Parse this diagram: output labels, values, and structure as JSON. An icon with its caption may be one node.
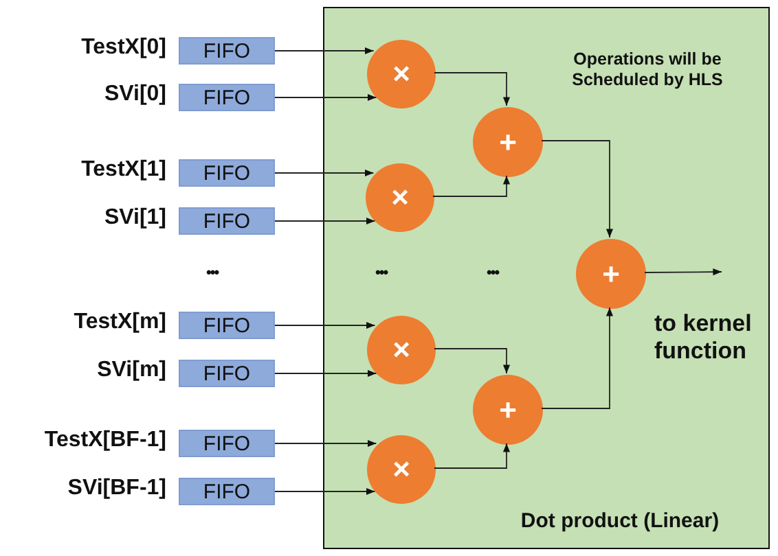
{
  "diagram": {
    "nodes": [
      {
        "text": [
          "Operations will be Scheduled by HLS",
          "Dot product (Linear)"
        ]
      },
      {
        "text": [
          "FIFO"
        ],
        "beside": [
          "TestX[0]"
        ]
      },
      {
        "text": [
          "FIFO"
        ],
        "beside": [
          "SVi[0]"
        ]
      },
      {
        "text": [
          "FIFO"
        ],
        "beside": [
          "TestX[1]"
        ]
      },
      {
        "text": [
          "FIFO"
        ],
        "beside": [
          "SVi[1]"
        ]
      },
      {
        "text": [
          "FIFO"
        ],
        "beside": [
          "TestX[m]"
        ]
      },
      {
        "text": [
          "FIFO"
        ],
        "beside": [
          "SVi[m]"
        ]
      },
      {
        "text": [
          "FIFO"
        ],
        "beside": [
          "TestX[BF-1]"
        ]
      },
      {
        "text": [
          "FIFO"
        ],
        "beside": [
          "SVi[BF-1]"
        ]
      },
      {
        "text": [
          "×"
        ],
        "in": 0
      },
      {
        "text": [
          "+"
        ],
        "in": 0
      },
      {
        "text": [
          "×"
        ],
        "in": 0
      },
      {
        "text": [
          "+"
        ],
        "in": 0
      },
      {
        "text": [
          "×"
        ],
        "in": 0
      },
      {
        "text": [
          "+"
        ],
        "in": 0
      },
      {
        "text": [
          "×"
        ],
        "in": 0
      }
    ],
    "edges": [
      {
        "from": 1,
        "to": 9,
        "arrow": "to"
      },
      {
        "from": 2,
        "to": 9,
        "arrow": "to"
      },
      {
        "from": 3,
        "to": 11,
        "arrow": "to"
      },
      {
        "from": 4,
        "to": 11,
        "arrow": "to"
      },
      {
        "from": 5,
        "to": 13,
        "arrow": "to"
      },
      {
        "from": 6,
        "to": 13,
        "arrow": "to"
      },
      {
        "from": 7,
        "to": 15,
        "arrow": "to"
      },
      {
        "from": 8,
        "to": 15,
        "arrow": "to"
      },
      {
        "from": 9,
        "to": 10,
        "arrow": "to"
      },
      {
        "from": 11,
        "to": 10,
        "arrow": "to"
      },
      {
        "from": 13,
        "to": 14,
        "arrow": "to"
      },
      {
        "from": 15,
        "to": 14,
        "arrow": "to"
      },
      {
        "from": 10,
        "to": 12,
        "arrow": "to"
      },
      {
        "from": 14,
        "to": 12,
        "arrow": "to"
      },
      {
        "from": 12,
        "to": null,
        "arrow": "to",
        "label": "to kernel function"
      }
    ],
    "labels": [
      "•••",
      "•••",
      "•••"
    ]
  }
}
